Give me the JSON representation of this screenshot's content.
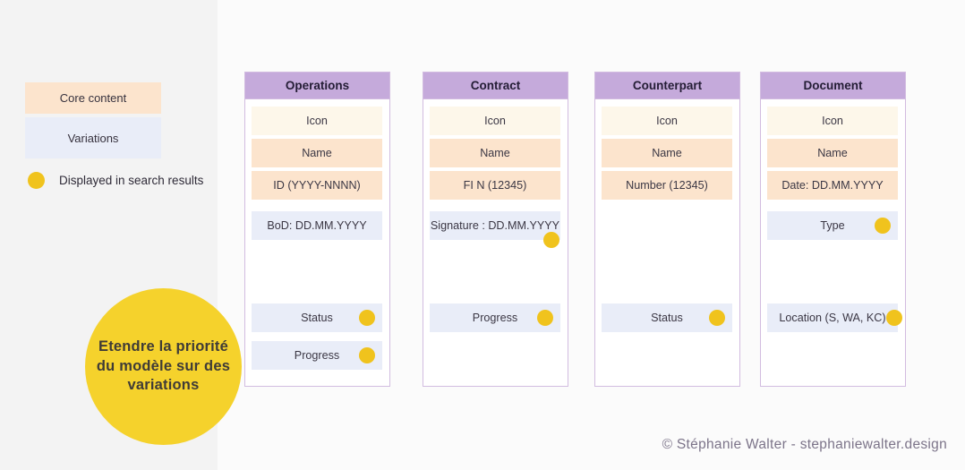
{
  "colors": {
    "canvas": "#fbfbfb",
    "panel": "#f3f3f3",
    "core": "#fce4cd",
    "cream": "#fdf7ea",
    "variation": "#e9edf8",
    "header": "#c5aadb",
    "border": "#d2bce0",
    "dot": "#f0c31d",
    "circle": "#f5d22c"
  },
  "legend": {
    "core_label": "Core content",
    "variations_label": "Variations",
    "search_dot_label": "Displayed in search results"
  },
  "annotation": {
    "text": "Etendre la priorité du modèle sur des variations"
  },
  "footer": {
    "credit": "© Stéphanie Walter - stephaniewalter.design"
  },
  "cards": [
    {
      "title": "Operations",
      "rows": [
        {
          "label": "Icon",
          "style": "cream",
          "band": 0
        },
        {
          "label": "Name",
          "style": "core",
          "band": 1
        },
        {
          "label": "ID (YYYY-NNNN)",
          "style": "core",
          "band": 2
        },
        {
          "label": "BoD: DD.MM.YYYY",
          "style": "variation",
          "band": 3
        },
        {
          "label": "Status",
          "style": "variation",
          "band": 4,
          "dot": "right"
        },
        {
          "label": "Progress",
          "style": "variation",
          "band": 5,
          "dot": "right"
        }
      ]
    },
    {
      "title": "Contract",
      "rows": [
        {
          "label": "Icon",
          "style": "cream",
          "band": 0
        },
        {
          "label": "Name",
          "style": "core",
          "band": 1
        },
        {
          "label": "FI N (12345)",
          "style": "core",
          "band": 2
        },
        {
          "label": "Signature : DD.MM.YYYY",
          "style": "variation",
          "band": 3,
          "dot": "corner"
        },
        {
          "label": "Progress",
          "style": "variation",
          "band": 4,
          "dot": "right"
        }
      ]
    },
    {
      "title": "Counterpart",
      "rows": [
        {
          "label": "Icon",
          "style": "cream",
          "band": 0
        },
        {
          "label": "Name",
          "style": "core",
          "band": 1
        },
        {
          "label": "Number (12345)",
          "style": "core",
          "band": 2
        },
        {
          "label": "Status",
          "style": "variation",
          "band": 4,
          "dot": "right"
        }
      ]
    },
    {
      "title": "Document",
      "rows": [
        {
          "label": "Icon",
          "style": "cream",
          "band": 0
        },
        {
          "label": "Name",
          "style": "core",
          "band": 1
        },
        {
          "label": "Date: DD.MM.YYYY",
          "style": "core",
          "band": 2
        },
        {
          "label": "Type",
          "style": "variation",
          "band": 3,
          "dot": "right"
        },
        {
          "label": "Location (S, WA, KC)",
          "style": "variation",
          "band": 4,
          "dot": "edge"
        }
      ]
    }
  ]
}
